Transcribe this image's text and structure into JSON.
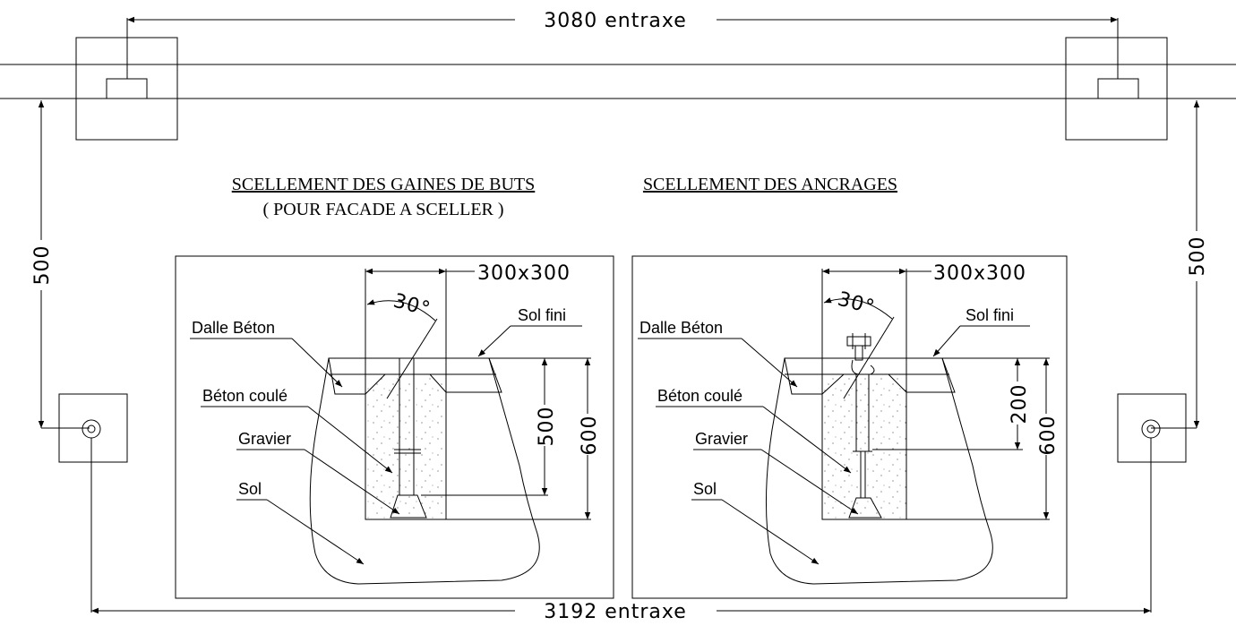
{
  "dimensions": {
    "top_entraxe": "3080 entraxe",
    "bottom_entraxe": "3192 entraxe",
    "left_depth": "500",
    "right_depth": "500"
  },
  "left_detail": {
    "title": "SCELLEMENT  DES GAINES DE BUTS",
    "subtitle": "( POUR FACADE A SCELLER )",
    "size": "300x300",
    "angle": "30°",
    "depth_inner": "500",
    "depth_total": "600",
    "labels": {
      "dalle": "Dalle Béton",
      "sol_fini": "Sol fini",
      "beton": "Béton coulé",
      "gravier": "Gravier",
      "sol": "Sol"
    }
  },
  "right_detail": {
    "title": "SCELLEMENT  DES ANCRAGES",
    "size": "300x300",
    "angle": "30°",
    "depth_inner": "200",
    "depth_total": "600",
    "labels": {
      "dalle": "Dalle Béton",
      "sol_fini": "Sol fini",
      "beton": "Béton coulé",
      "gravier": "Gravier",
      "sol": "Sol"
    }
  }
}
